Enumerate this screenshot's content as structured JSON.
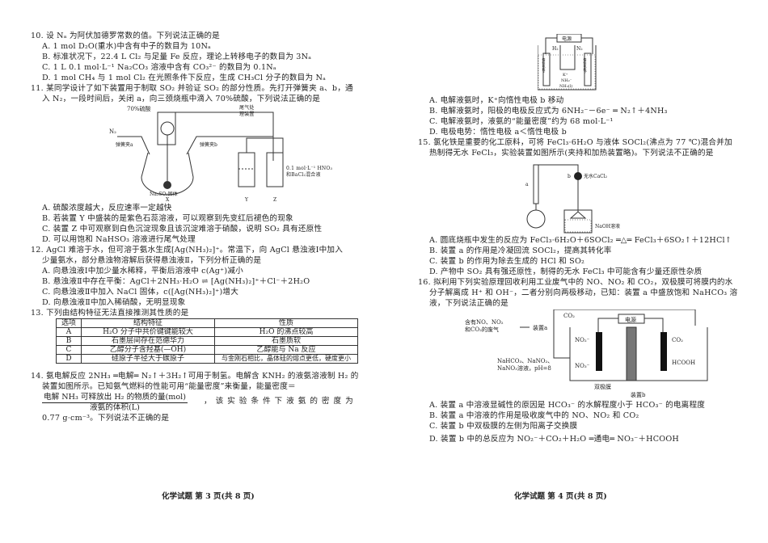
{
  "left": {
    "q10": {
      "stem": "10. 设 Nₐ 为阿伏加德罗常数的值。下列说法正确的是",
      "A": "A. 1 mol D₂O(重水)中含有中子的数目为 10Nₐ",
      "B": "B. 标准状况下，22.4 L Cl₂ 与足量 Fe 反应，理论上转移电子的数目为 3Nₐ",
      "C": "C. 1 L 0.1 mol·L⁻¹ Na₂CO₃ 溶液中含有 CO₃²⁻ 的数目为 0.1Nₐ",
      "D": "D. 1 mol CH₄ 与 1 mol Cl₂ 在光照条件下反应，生成 CH₃Cl 分子的数目为 Nₐ"
    },
    "q11": {
      "stem1": "11. 某同学设计了如下装置用于制取 SO₂ 并验证 SO₂ 的部分性质。先打开弹簧夹 a、b，通",
      "stem2": "入 N₂，一段时间后，关闭 a，向三颈烧瓶中滴入 70%硫酸，下列说法正确的是",
      "figure": {
        "acid": "70%硫酸",
        "n2": "N₂",
        "clamp_a": "弹簧夹a",
        "clamp_b": "弹簧夹b",
        "solid": "Na₂SO₃固体",
        "x": "X",
        "y": "Y",
        "z": "Z",
        "tail1": "尾气处",
        "tail2": "理装置",
        "sol1": "0.1 mol·L⁻¹ HNO₃",
        "sol2": "和BaCl₂混合液"
      },
      "A": "A. 硫酸浓度越大，反应速率一定越快",
      "B": "B. 若装置 Y 中盛装的是紫色石蕊溶液，可以观察到先变红后褪色的现象",
      "C": "C. 装置 Z 中可观察到白色沉淀现象且该沉淀难溶于硝酸，说明 SO₂ 具有还原性",
      "D": "D. 可以用饱和 NaHSO₃ 溶液进行尾气处理"
    },
    "q12": {
      "stem1": "12. AgCl 难溶于水，但可溶于氨水生成[Ag(NH₃)₂]⁺。常温下，向 AgCl 悬浊液Ⅰ中加入",
      "stem2": "少量氨水，部分悬浊物溶解后获得悬浊液Ⅱ，下列分析正确的是",
      "A": "A. 向悬浊液Ⅰ中加少量水稀释，平衡后溶液中 c(Ag⁺)减小",
      "B": "B. 悬浊液Ⅱ中存在平衡：AgCl＋2NH₃·H₂O ⇌ [Ag(NH₃)₂]⁺＋Cl⁻＋2H₂O",
      "C": "C. 向悬浊液Ⅱ中加入 NaCl 固体，c([Ag(NH₃)₂]⁺)增大",
      "D": "D. 向悬浊液Ⅱ中加入稀硝酸，无明显现象"
    },
    "q13": {
      "stem": "13. 下列由结构特征无法直接推测其性质的是",
      "headers": [
        "选项",
        "结构特征",
        "性质"
      ],
      "rows": [
        [
          "A",
          "H₂O 分子中共价键键能较大",
          "H₂O 的沸点较高"
        ],
        [
          "B",
          "石墨层间存在范德华力",
          "石墨质软"
        ],
        [
          "C",
          "乙醇分子含羟基(—OH)",
          "乙醇能与 Na 反应"
        ],
        [
          "D",
          "硅原子半径大于碳原子",
          "与金刚石相比，晶体硅的熔点更低，硬度更小"
        ]
      ]
    },
    "q14": {
      "stem1": "14. 氨电解反应 2NH₃ ═电解═ N₂↑＋3H₂↑可用于制氢。电解含 KNH₂ 的液氨溶液制 H₂ 的",
      "stem2": "装置如图所示。已知氨气燃料的性能可用“能量密度”来衡量，能量密度＝",
      "frac_num": "电解 NH₃ 可释放出 H₂ 的物质的量(mol)",
      "frac_den": "液氨的体积(L)",
      "stem3": "，该实验条件下液氨的密度为",
      "stem4": "0.77 g·cm⁻³。下列说法不正确的是"
    },
    "footer": "化学试题 第 3 页(共 8 页)"
  },
  "right": {
    "q14fig": {
      "power": "电源",
      "h2": "H₂",
      "n2": "N₂",
      "elec_a": "惰性电极a",
      "elec_b": "惰性电极b",
      "k": "K⁺",
      "nh2": "NH₂⁻",
      "nh3": "NH₃(l)"
    },
    "q14": {
      "A": "A. 电解液氨时，K⁺向惰性电极 b 移动",
      "B": "B. 电解液氨时，阳极的电极反应式为 6NH₂⁻－6e⁻ ═ N₂↑＋4NH₃",
      "C": "C. 电解液氨时，液氨的“能量密度”约为 68 mol·L⁻¹",
      "D": "D. 电极电势：惰性电极 a＜惰性电极 b"
    },
    "q15": {
      "stem1": "15. 氯化铁是重要的化工原料，可将 FeCl₃·6H₂O 与液体 SOCl₂(沸点为 77 ℃)混合并加",
      "stem2": "热制得无水 FeCl₃，实验装置如图所示(夹持和加热装置略)。下列说法不正确的是",
      "figure": {
        "a": "a",
        "b": "b",
        "cacl2": "无水CaCl₂",
        "naoh": "NaOH溶液"
      },
      "A": "A. 圆底烧瓶中发生的反应为 FeCl₃·6H₂O＋6SOCl₂ ═△═ FeCl₃＋6SO₂↑＋12HCl↑",
      "B": "B. 装置 a 的作用是冷凝回流 SOCl₂，提高其转化率",
      "C": "C. 装置 b 的作用为除去生成的 HCl 和 SO₂",
      "D": "D. 产物中 SO₂ 具有强还原性，制得的无水 FeCl₃ 中可能含有少量还原性杂质"
    },
    "q16": {
      "stem1": "16. 拟利用下列实验原理回收利用工业废气中的 NO、NO₂ 和 CO₂，双极膜可将膜内的水",
      "stem2": "分子解离成 H⁺ 和 OH⁻，二者分别向两极移动，已知：装置 a 中盛放饱和 NaHCO₃ 溶",
      "stem3": "液，下列说法正确的是",
      "figure": {
        "gas1": "含有NO、NO₂",
        "gas2": "和CO₂的废气",
        "dev_a": "装置a",
        "co2": "CO₂",
        "power": "电源",
        "sol1": "NaHCO₃、NaNO₂、",
        "sol2": "NaNO₃溶液，pH=8",
        "no2m": "NO₂⁻",
        "no3m": "NO₃⁻",
        "co2b": "CO₂",
        "hcooh": "HCOOH",
        "membrane": "双极膜",
        "dev_b": "装置b"
      },
      "A": "A. 装置 a 中溶液显碱性的原因是 HCO₃⁻ 的水解程度小于 HCO₃⁻ 的电离程度",
      "B": "B. 装置 a 中溶液的作用是吸收废气中的 NO、NO₂ 和 CO₂",
      "C": "C. 装置 b 中双极膜的左侧为阳离子交换膜",
      "D": "D. 装置 b 中的总反应为 NO₂⁻＋CO₂＋H₂O ═通电═ NO₃⁻＋HCOOH"
    },
    "footer": "化学试题 第 4 页(共 8 页)"
  }
}
